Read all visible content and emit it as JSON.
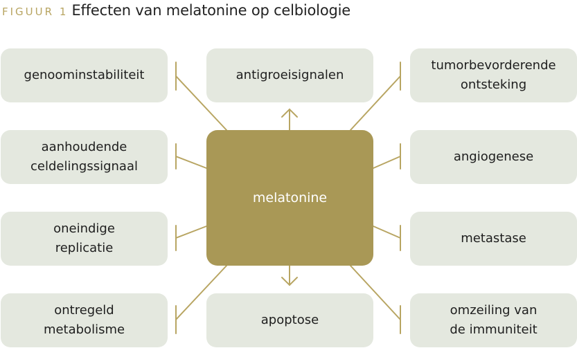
{
  "figure": {
    "label": "FIGUUR 1",
    "title": "Effecten van melatonine op celbiologie"
  },
  "center": {
    "label": "melatonine"
  },
  "boxes": {
    "genoominstabiliteit": "genoominstabiliteit",
    "antigroeisignalen": "antigroeisignalen",
    "tumorbevorderende": "tumorbevorderende\nontsteking",
    "aanhoudende": "aanhoudende\nceldelingssignaal",
    "angiogenese": "angiogenese",
    "oneindige": "oneindige\nreplicatie",
    "metastase": "metastase",
    "ontregeld": "ontregeld\nmetabolisme",
    "apoptose": "apoptose",
    "omzeiling": "omzeiling van\nde immuniteit"
  },
  "colors": {
    "accent": "#a99856",
    "box_fill": "#e4e8df",
    "line": "#b8a562",
    "label": "#b8a562"
  }
}
